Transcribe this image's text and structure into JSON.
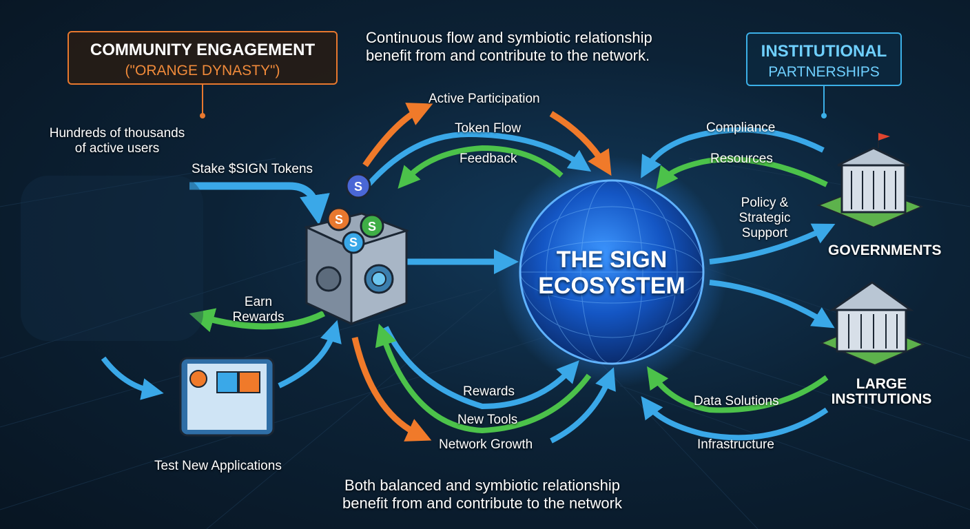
{
  "header": {
    "community_title": "COMMUNITY ENGAGEMENT",
    "community_subtitle": "(\"ORANGE DYNASTY\")",
    "institutional_title": "INSTITUTIONAL",
    "institutional_subtitle": "PARTNERSHIPS",
    "top_caption_line1": "Continuous flow and symbiotic relationship",
    "top_caption_line2": "benefit from and contribute to the network."
  },
  "community": {
    "users_line1": "Hundreds of thousands",
    "users_line2": "of active users",
    "stake_label": "Stake $SIGN Tokens",
    "earn_line1": "Earn",
    "earn_line2": "Rewards",
    "test_apps_label": "Test New Applications"
  },
  "center": {
    "title_line1": "THE SIGN",
    "title_line2": "ECOSYSTEM",
    "coin_symbol": "S"
  },
  "flows_top": {
    "active_participation": "Active Participation",
    "token_flow": "Token Flow",
    "feedback": "Feedback"
  },
  "flows_bottom": {
    "rewards": "Rewards",
    "new_tools": "New Tools",
    "network_growth": "Network Growth"
  },
  "institutional": {
    "compliance": "Compliance",
    "resources": "Resources",
    "policy_line1": "Policy &",
    "policy_line2": "Strategic",
    "policy_line3": "Support",
    "governments": "GOVERNMENTS",
    "large_line1": "LARGE",
    "large_line2": "INSTITUTIONS",
    "data_solutions": "Data Solutions",
    "infrastructure": "Infrastructure"
  },
  "footer": {
    "caption_line1": "Both balanced and symbiotic relationship",
    "caption_line2": "benefit from and contribute to the network"
  },
  "colors": {
    "orange": "#f07a2a",
    "green": "#4cc24a",
    "blue": "#3aa8e8",
    "sphere": "#1f6fd6",
    "background": "#0c2236"
  },
  "icons": [
    "vault-icon",
    "coin-icon",
    "government-building-icon",
    "institution-building-icon",
    "tablet-app-icon",
    "people-crowd-icon",
    "flag-icon"
  ]
}
